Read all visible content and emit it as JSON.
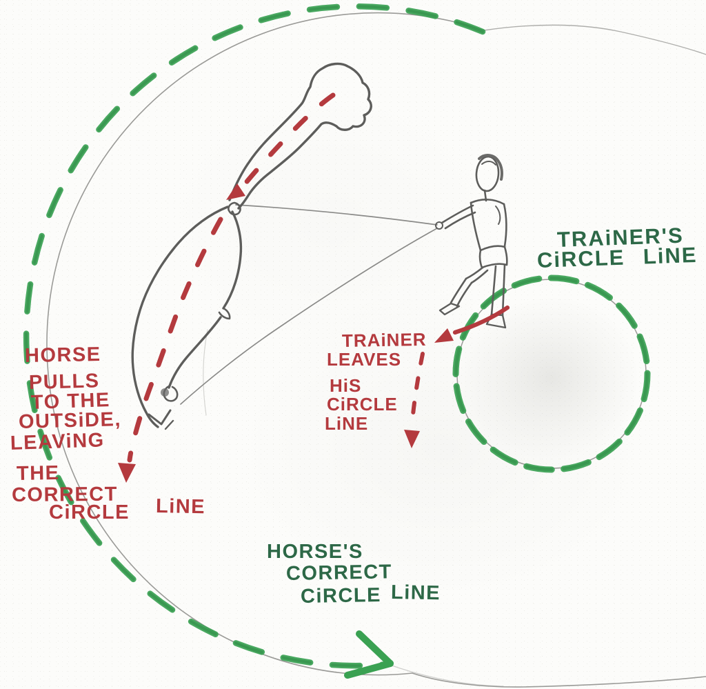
{
  "colors": {
    "paper": "#fcfcfa",
    "pencil": "#5d5d5b",
    "pencil_light": "#9a9a97",
    "marker_green": "#3aa152",
    "marker_green_dark": "#2e8b45",
    "text_green": "#2d6847",
    "marker_red": "#b43a3e"
  },
  "labels": {
    "horse_pulls": {
      "color": "#b43a3e",
      "lines": [
        "HORSE",
        "PULLS",
        "TO THE",
        "OUTSiDE,",
        "LEAViNG",
        "THE",
        "CORRECT",
        "CiRCLE",
        "LiNE"
      ]
    },
    "trainer_leaves": {
      "color": "#b43a3e",
      "lines": [
        "TRAiNER",
        "LEAVES",
        "HiS",
        "CiRCLE",
        "LiNE"
      ]
    },
    "trainers_circle": {
      "color": "#2d6847",
      "lines": [
        "TRAiNER'S",
        "CiRCLE LiNE"
      ]
    },
    "horses_circle": {
      "color": "#2d6847",
      "lines": [
        "HORSE'S",
        "CORRECT",
        "CiRCLE",
        "LiNE"
      ]
    }
  }
}
